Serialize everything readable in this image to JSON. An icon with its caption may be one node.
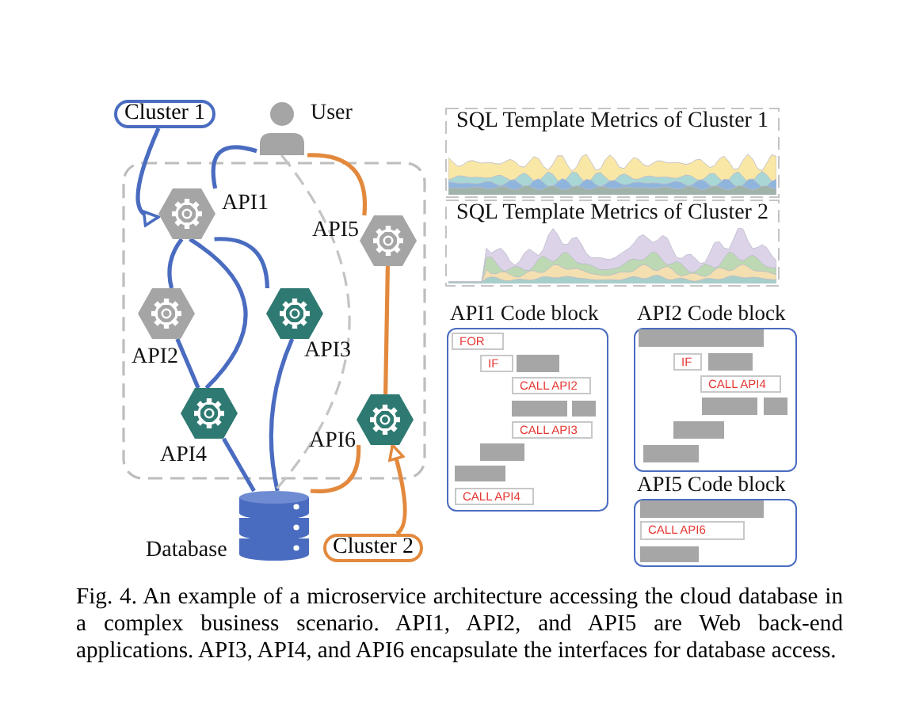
{
  "diagram": {
    "caption": "Fig. 4. An example of a microservice architecture accessing the cloud database in a complex business scenario. API1, API2, and API5 are Web back-end applications. API3, API4, and API6 encapsulate the interfaces for database access.",
    "nodes": [
      {
        "text": [
          "Cluster 1"
        ]
      },
      {
        "text": [
          "User"
        ]
      },
      {
        "text": [
          "API1"
        ]
      },
      {
        "text": [
          "API5"
        ]
      },
      {
        "text": [
          "API2"
        ]
      },
      {
        "text": [
          "API3"
        ]
      },
      {
        "text": [
          "API4"
        ]
      },
      {
        "text": [
          "API6"
        ]
      },
      {
        "text": [
          "Database"
        ]
      },
      {
        "text": [
          "Cluster 2"
        ]
      },
      {
        "text": [
          "SQL Template Metrics of Cluster 1"
        ]
      },
      {
        "text": [
          "SQL Template Metrics of Cluster 2"
        ]
      },
      {
        "text": [
          "API1 Code block"
        ]
      },
      {
        "text": [
          "FOR"
        ],
        "in": 12
      },
      {
        "text": [
          "IF"
        ],
        "in": 12
      },
      {
        "text": [],
        "shape": "bar",
        "in": 12
      },
      {
        "text": [
          "CALL API2"
        ],
        "in": 12
      },
      {
        "text": [],
        "shape": "bar",
        "in": 12
      },
      {
        "text": [],
        "shape": "bar",
        "in": 12
      },
      {
        "text": [
          "CALL API3"
        ],
        "in": 12
      },
      {
        "text": [],
        "shape": "bar",
        "in": 12
      },
      {
        "text": [],
        "shape": "bar",
        "in": 12
      },
      {
        "text": [
          "CALL API4"
        ],
        "in": 12
      },
      {
        "text": [
          "API2 Code block"
        ]
      },
      {
        "text": [],
        "shape": "bar",
        "in": 23
      },
      {
        "text": [
          "IF"
        ],
        "in": 23
      },
      {
        "text": [],
        "shape": "bar",
        "in": 23
      },
      {
        "text": [
          "CALL API4"
        ],
        "in": 23
      },
      {
        "text": [],
        "shape": "bar",
        "in": 23
      },
      {
        "text": [],
        "shape": "bar",
        "in": 23
      },
      {
        "text": [],
        "shape": "bar",
        "in": 23
      },
      {
        "text": [],
        "shape": "bar",
        "in": 23
      },
      {
        "text": [
          "API5 Code block"
        ]
      },
      {
        "text": [],
        "shape": "bar",
        "in": 32
      },
      {
        "text": [
          "CALL API6"
        ],
        "in": 32
      },
      {
        "text": [],
        "shape": "bar",
        "in": 32
      }
    ],
    "edges": [
      {
        "from": 0,
        "to": 2,
        "arrow": "to"
      },
      {
        "from": 1,
        "to": 2,
        "arrow": "none"
      },
      {
        "from": 2,
        "to": 4,
        "arrow": "none"
      },
      {
        "from": 4,
        "to": 6,
        "arrow": "none"
      },
      {
        "from": 6,
        "to": 8,
        "arrow": "none"
      },
      {
        "from": 2,
        "to": 6,
        "arrow": "none"
      },
      {
        "from": 2,
        "to": 5,
        "arrow": "none"
      },
      {
        "from": 5,
        "to": 8,
        "arrow": "none"
      },
      {
        "from": 1,
        "to": 3,
        "arrow": "none",
        "color": "#e3893d"
      },
      {
        "from": 3,
        "to": 7,
        "arrow": "none",
        "color": "#e3893d"
      },
      {
        "from": 7,
        "to": 8,
        "arrow": "none",
        "color": "#e3893d"
      },
      {
        "from": 1,
        "to": 8,
        "arrow": "none",
        "style": "dashed",
        "color": "#c4c4c4"
      },
      {
        "from": 9,
        "to": 7,
        "arrow": "to",
        "color": "#e3893d"
      }
    ]
  }
}
